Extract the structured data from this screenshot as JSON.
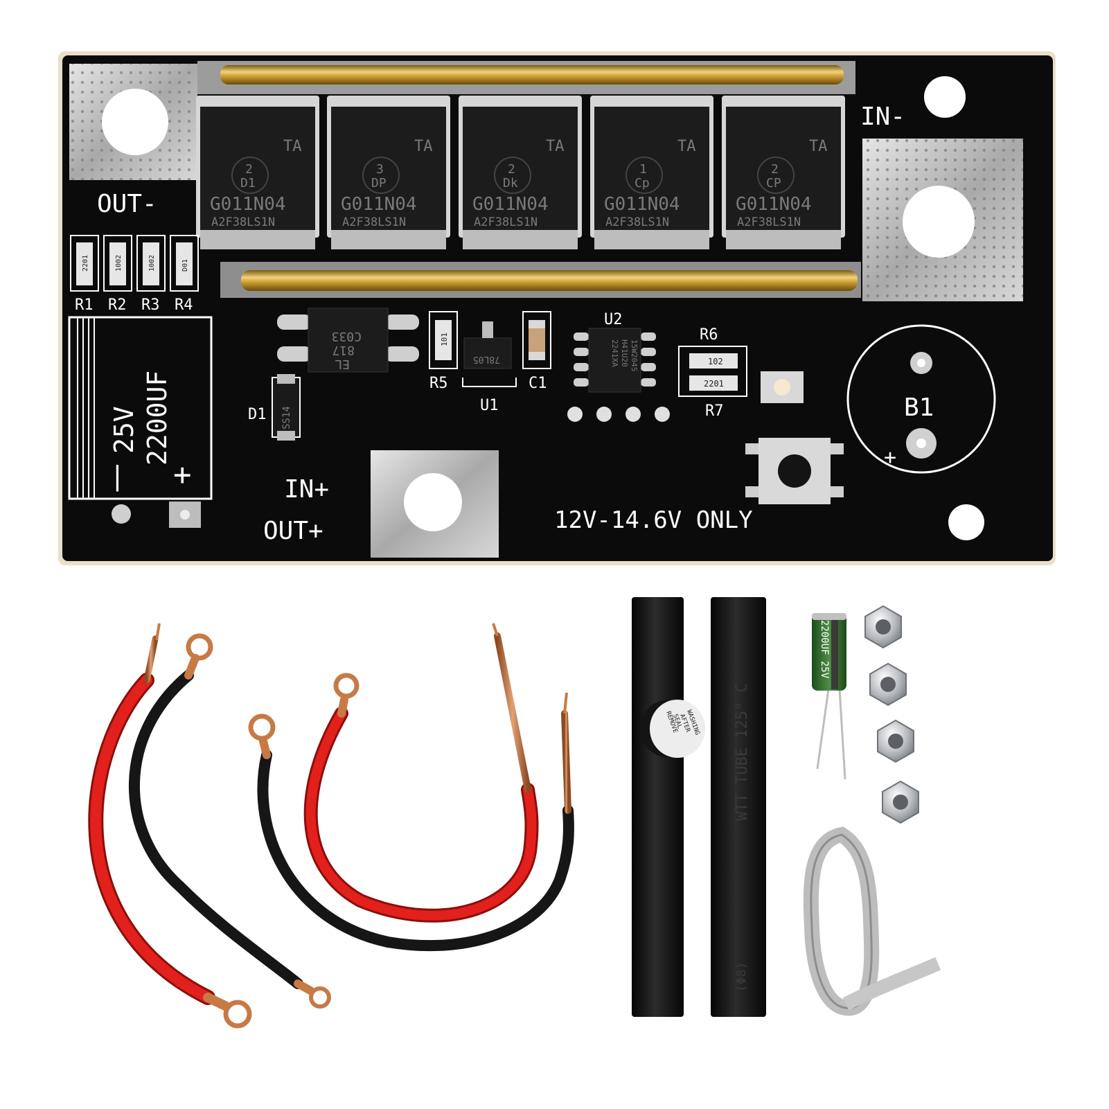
{
  "board": {
    "out_minus": "OUT-",
    "in_minus": "IN-",
    "in_plus": "IN+",
    "out_plus": "OUT+",
    "voltage_note": "12V-14.6V ONLY",
    "b1": "B1",
    "b1_plus": "+",
    "resistors": [
      "R1",
      "R2",
      "R3",
      "R4"
    ],
    "resistor_codes": [
      "2201",
      "1002",
      "1002",
      "D01"
    ],
    "r5": "R5",
    "r5_code": "101",
    "r6": "R6",
    "r6_code": "102",
    "r7": "R7",
    "r7_code": "2201",
    "c1": "C1",
    "u1": "U1",
    "u1_code": "78L05",
    "u2": "U2",
    "u2_code1": "15W204S",
    "u2_code2": "H41U20",
    "u2_code3": "2241XA",
    "d1": "D1",
    "d1_code": "SS14",
    "optocoupler": [
      "EL",
      "817",
      "C033"
    ],
    "cap_voltage": "25V",
    "cap_value": "2200UF",
    "cap_minus": "|",
    "cap_plus": "+",
    "mosfets": [
      {
        "brand": "TA",
        "id_top": "2",
        "id_bottom": "D1",
        "part": "G011N04",
        "lot": "A2F38LS1N"
      },
      {
        "brand": "TA",
        "id_top": "3",
        "id_bottom": "DP",
        "part": "G011N04",
        "lot": "A2F38LS1N"
      },
      {
        "brand": "TA",
        "id_top": "2",
        "id_bottom": "Dk",
        "part": "G011N04",
        "lot": "A2F38LS1N"
      },
      {
        "brand": "TA",
        "id_top": "1",
        "id_bottom": "Cp",
        "part": "G011N04",
        "lot": "A2F38LS1N"
      },
      {
        "brand": "TA",
        "id_top": "2",
        "id_bottom": "CP",
        "part": "G011N04",
        "lot": "A2F38LS1N"
      }
    ]
  },
  "accessories": {
    "buzzer_label": [
      "REMOVE",
      "SEAL",
      "AFTER",
      "WASHING"
    ],
    "tube_label": "WTT TUBE 125° C",
    "tube_size": "(Φ8)",
    "capacitor_label": "2200UF 25V",
    "nut_count": 4
  },
  "colors": {
    "pcb": "#0b0b0b",
    "copper_bar": "#c8a038",
    "tin_pad": "#c9c9c9",
    "wire_red": "#e2201c",
    "wire_black": "#161616",
    "copper": "#c77a45",
    "capacitor_green": "#2f6b2a"
  }
}
